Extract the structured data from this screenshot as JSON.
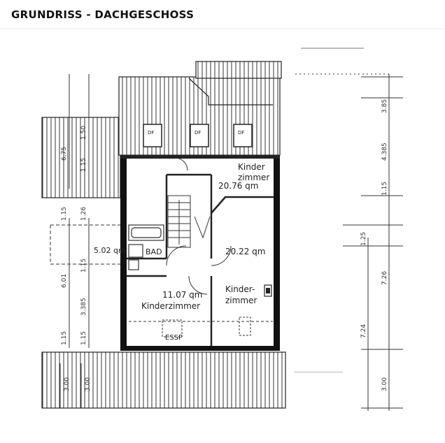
{
  "page": {
    "title": "GRUNDRISS - DACHGESCHOSS"
  },
  "plan": {
    "rooms": {
      "kinder_top_line1": "Kinder",
      "kinder_top_line2": "zimmer",
      "kinder_top_area": "20.76 qm",
      "kinder_right_area": "20.22 qm",
      "kinder_right_line1": "Kinder-",
      "kinder_right_line2": "zimmer",
      "bad_label": "BAD",
      "bad_area": "5.02 qm",
      "kinder_left_area": "11.07 qm",
      "kinder_left_label": "Kinderzimmer",
      "essp_label": "ESSP"
    },
    "windows": {
      "w1": "DF",
      "w2": "DF",
      "w3": "DF"
    },
    "dims_left": [
      "6.75",
      "1.50",
      "1.15",
      "1.15",
      "1.26",
      "6.01",
      "1.15",
      "3.385",
      "1.15",
      "1.15",
      "3.00",
      "3.00"
    ],
    "dims_right": [
      "3.85",
      "4.385",
      "1.15",
      "1.25",
      "7.26",
      "7.24",
      "3.00"
    ]
  }
}
